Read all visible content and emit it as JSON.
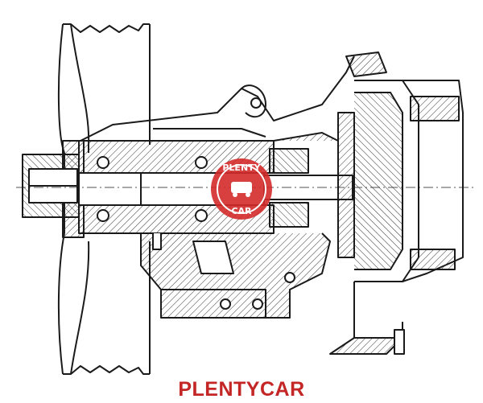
{
  "logo": {
    "text_top": "PLENTY",
    "text_bottom": "CAR",
    "color": "#d42a2a"
  },
  "brand": {
    "label": "PLENTYCAR",
    "color": "#c42525"
  },
  "colors": {
    "line": "#1a1a1a",
    "hatch": "#333333",
    "background": "#ffffff"
  }
}
